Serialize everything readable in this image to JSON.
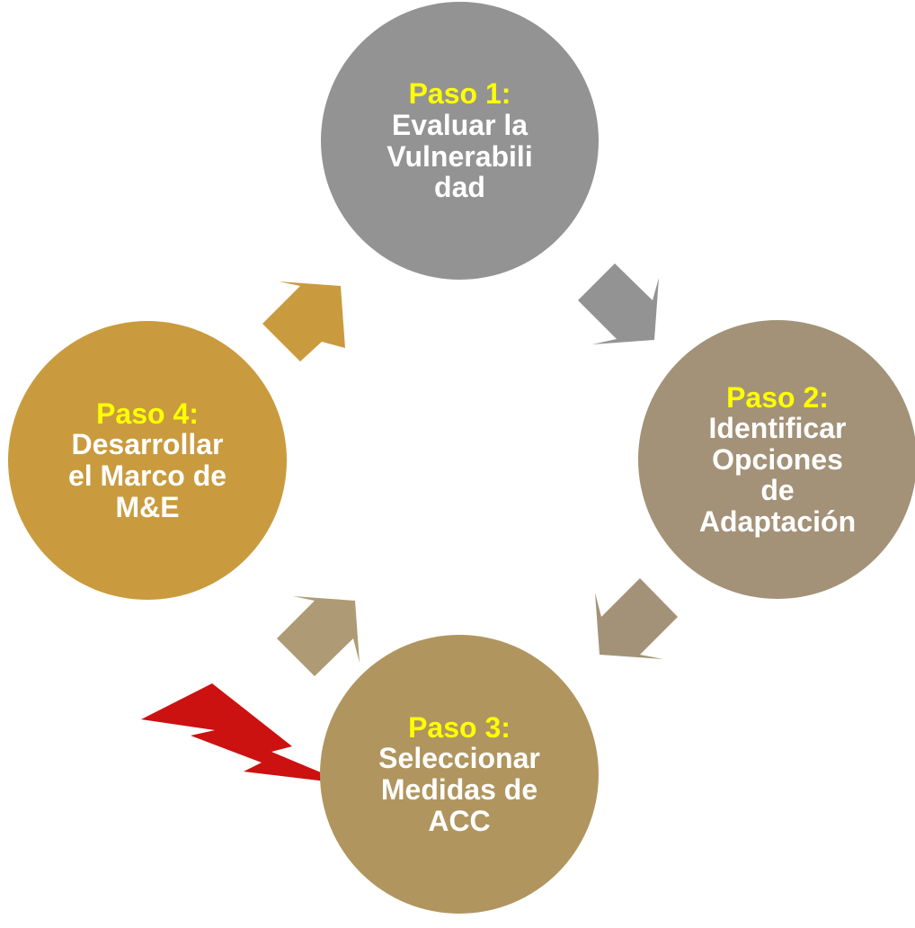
{
  "colors": {
    "step1": "#939393",
    "step2": "#a39278",
    "step3": "#b0955e",
    "step4": "#c99b3e",
    "label_highlight": "#ffff00",
    "label_text": "#ffffff",
    "lightning": "#cc1111"
  },
  "steps": [
    {
      "number": "Paso 1:",
      "text": "Evaluar la\nVulnerabili\ndad"
    },
    {
      "number": "Paso 2:",
      "text": "Identificar\nOpciones\nde\nAdaptación"
    },
    {
      "number": "Paso 3:",
      "text": "Seleccionar\nMedidas de\nACC"
    },
    {
      "number": "Paso 4:",
      "text": "Desarrollar\nel Marco de\nM&E"
    }
  ],
  "decorations": {
    "lightning_icon": "lightning-bolt-icon",
    "arrow_icon": "cycle-arrow-icon"
  }
}
